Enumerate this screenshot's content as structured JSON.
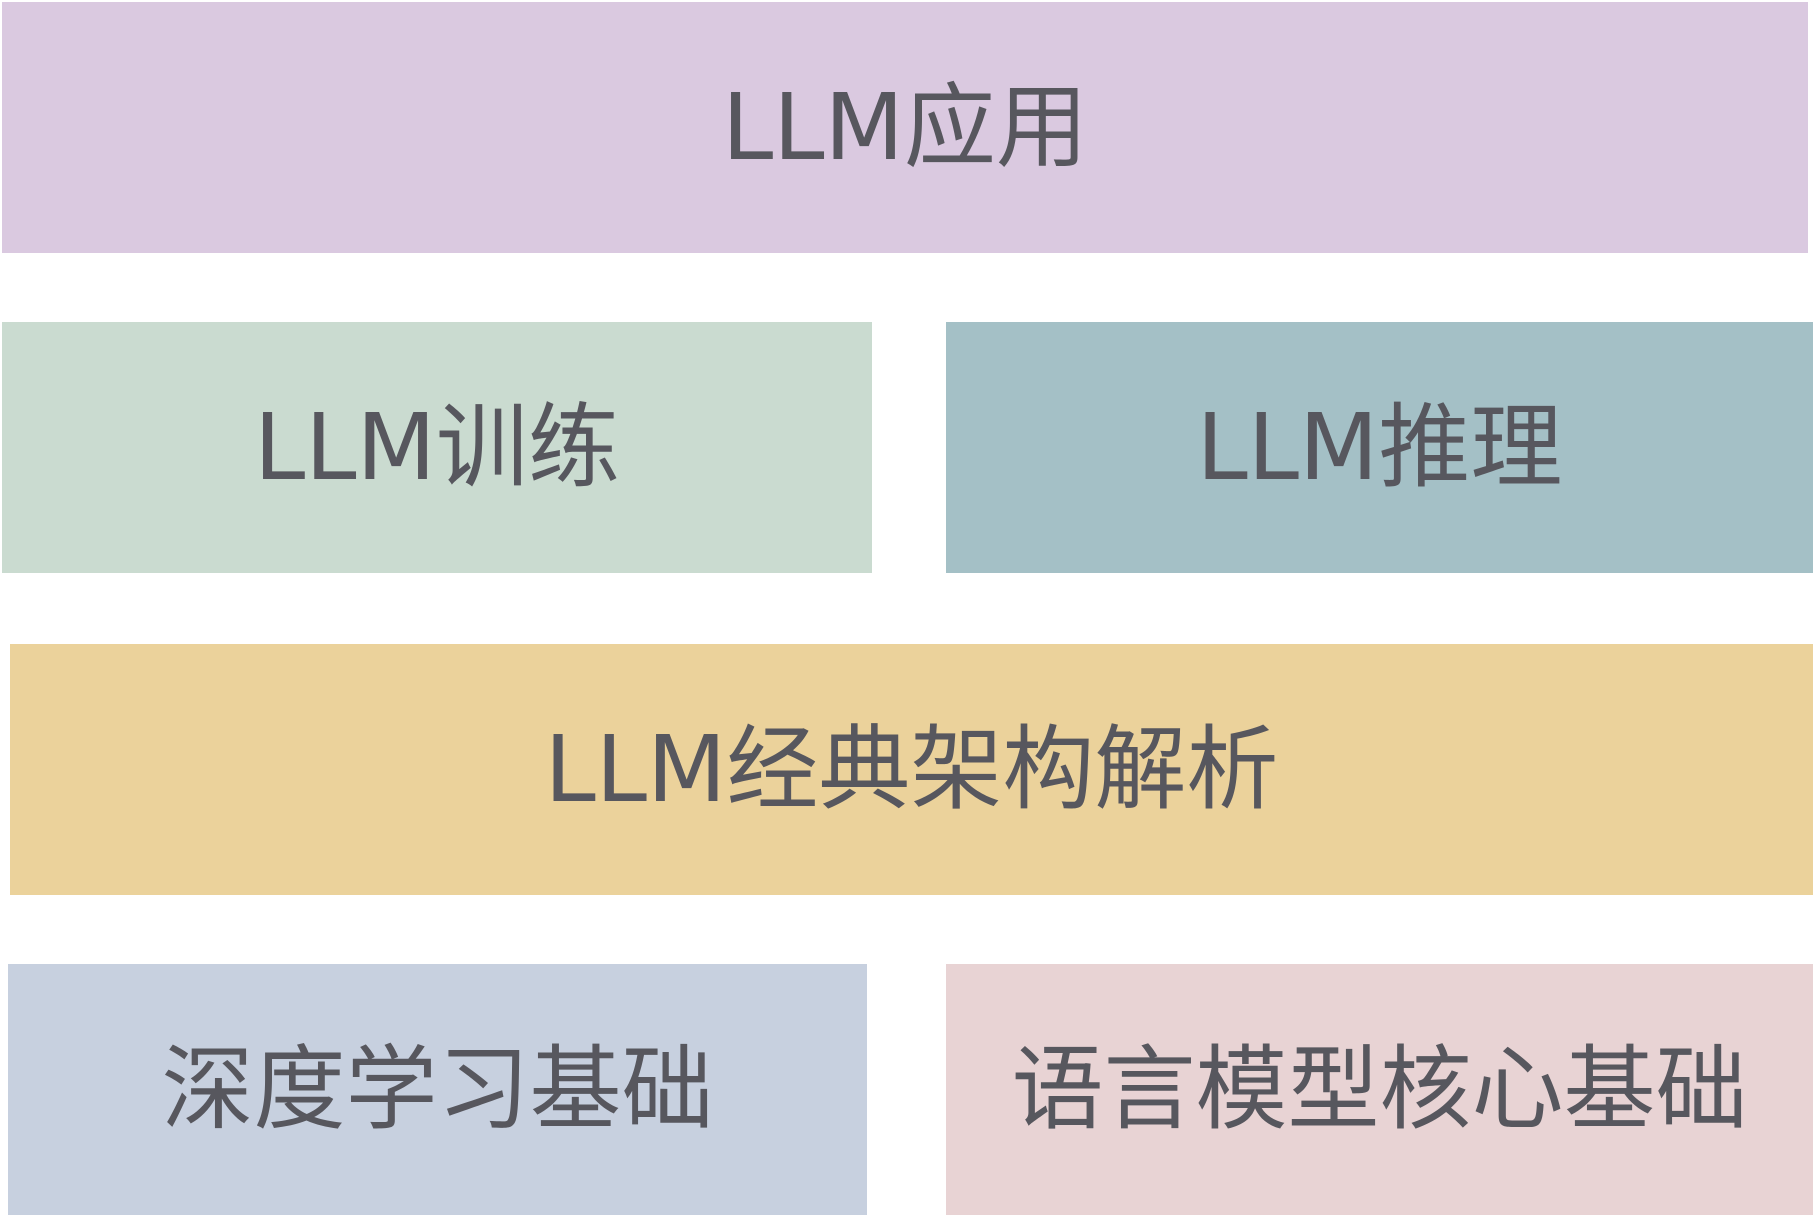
{
  "layers": {
    "application": {
      "label": "LLM应用",
      "color": "#dac9e0"
    },
    "training": {
      "label": "LLM训练",
      "color": "#cadbd0"
    },
    "inference": {
      "label": "LLM推理",
      "color": "#a4c0c6"
    },
    "architecture": {
      "label": "LLM经典架构解析",
      "color": "#ebd29b"
    },
    "deep_learning": {
      "label": "深度学习基础",
      "color": "#c7d0df"
    },
    "lm_core": {
      "label": "语言模型核心基础",
      "color": "#e8d3d4"
    }
  }
}
